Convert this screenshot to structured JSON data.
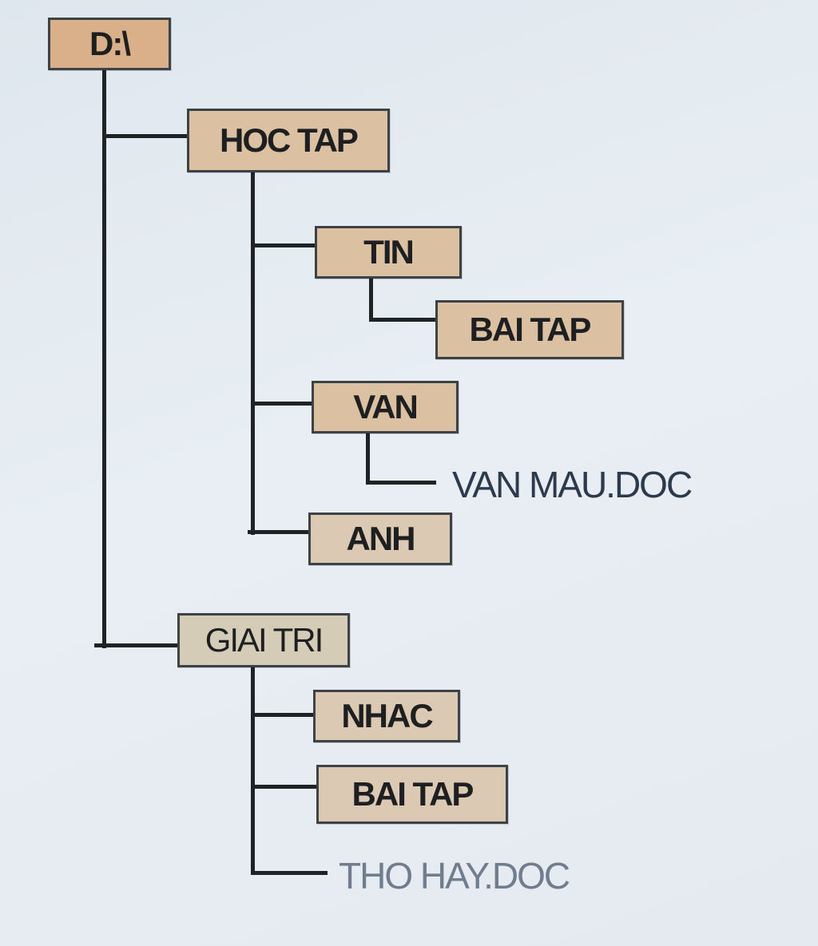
{
  "tree": {
    "root": {
      "label": "D:\\"
    },
    "hoc_tap": {
      "label": "HOC TAP"
    },
    "tin": {
      "label": "TIN"
    },
    "tin_bai_tap": {
      "label": "BAI TAP"
    },
    "van": {
      "label": "VAN"
    },
    "van_mau_doc": {
      "label": "VAN MAU.DOC"
    },
    "anh": {
      "label": "ANH"
    },
    "giai_tri": {
      "label": "GIAI TRI"
    },
    "nhac": {
      "label": "NHAC"
    },
    "giai_tri_bai_tap": {
      "label": "BAI TAP"
    },
    "tho_hay_doc": {
      "label": "THO HAY.DOC"
    }
  },
  "colors": {
    "line": "#1f2326",
    "folder_fill": "#dcc0a2",
    "root_fill": "#d9b08a",
    "file_text": "#2b3a4c"
  }
}
